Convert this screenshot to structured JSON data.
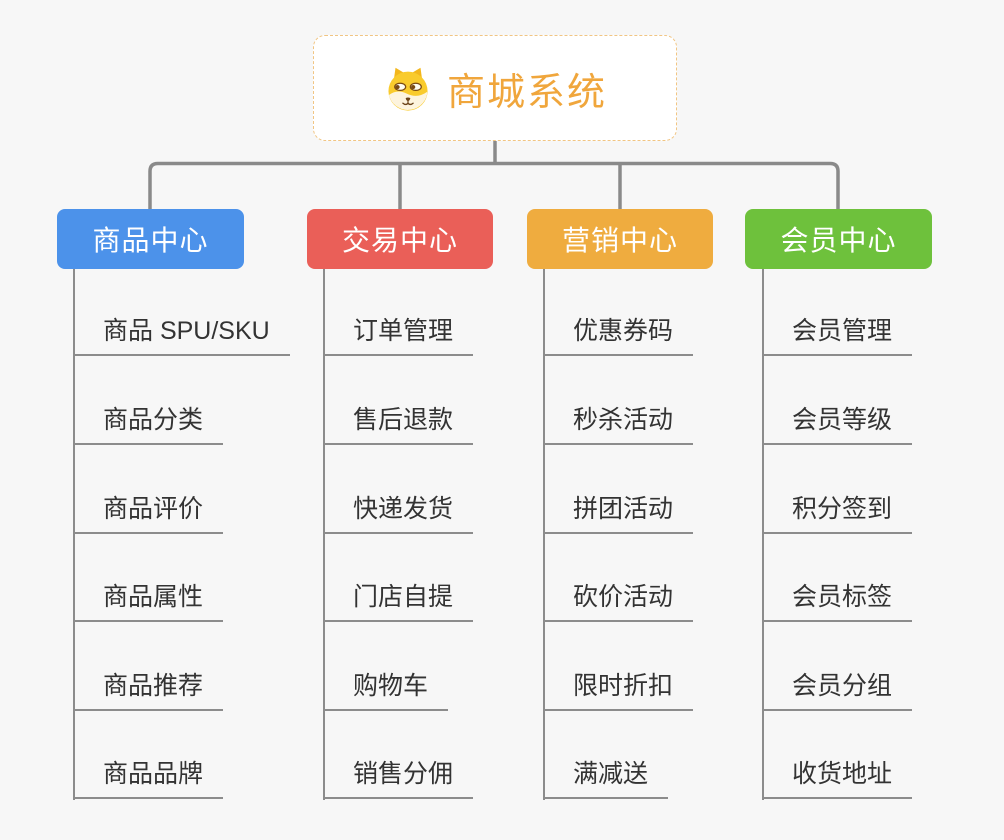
{
  "root": {
    "title": "商城系统",
    "icon": "dog-face-icon"
  },
  "branches": [
    {
      "label": "商品中心",
      "color": "#4C92EA",
      "items": [
        "商品 SPU/SKU",
        "商品分类",
        "商品评价",
        "商品属性",
        "商品推荐",
        "商品品牌"
      ]
    },
    {
      "label": "交易中心",
      "color": "#EA5F58",
      "items": [
        "订单管理",
        "售后退款",
        "快递发货",
        "门店自提",
        "购物车",
        "销售分佣"
      ]
    },
    {
      "label": "营销中心",
      "color": "#EFAC3F",
      "items": [
        "优惠券码",
        "秒杀活动",
        "拼团活动",
        "砍价活动",
        "限时折扣",
        "满减送"
      ]
    },
    {
      "label": "会员中心",
      "color": "#6EC13C",
      "items": [
        "会员管理",
        "会员等级",
        "积分签到",
        "会员标签",
        "会员分组",
        "收货地址"
      ]
    }
  ],
  "colors": {
    "background": "#F7F7F7",
    "root_title": "#F0A63C",
    "root_border": "#F1C583",
    "connector_line": "#8A8A8A",
    "leaf_text": "#333333",
    "leaf_underline": "#8C8C8C"
  }
}
